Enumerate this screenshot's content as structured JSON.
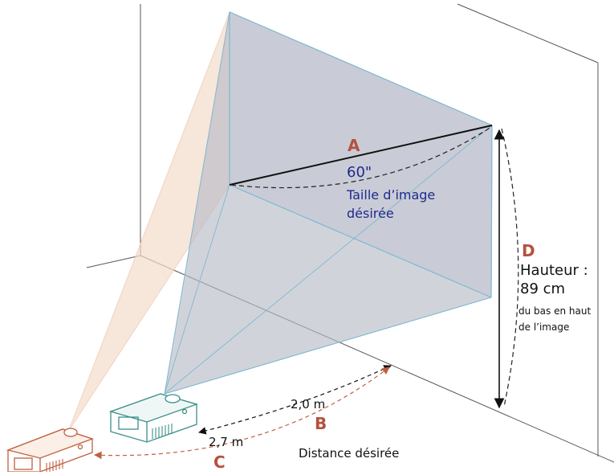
{
  "diagram": {
    "image_size": {
      "letter": "A",
      "value": "60\"",
      "caption_line1": "Taille d’image",
      "caption_line2": "désirée"
    },
    "height": {
      "letter": "D",
      "title": "Hauteur :",
      "value": "89 cm",
      "caption_line1": "du bas en haut",
      "caption_line2": "de l’image"
    },
    "distance": {
      "letter_near": "B",
      "value_near": "2,0 m",
      "letter_far": "C",
      "value_far": "2,7 m",
      "caption": "Distance désirée"
    },
    "colors": {
      "screen_fill": "#c9ccd6",
      "cone_fill": "#f4dccb",
      "accent_red": "#b5513f",
      "projector_near": "#3a8f8a",
      "projector_far": "#c0603f",
      "label_blue": "#1f2a8c"
    }
  }
}
